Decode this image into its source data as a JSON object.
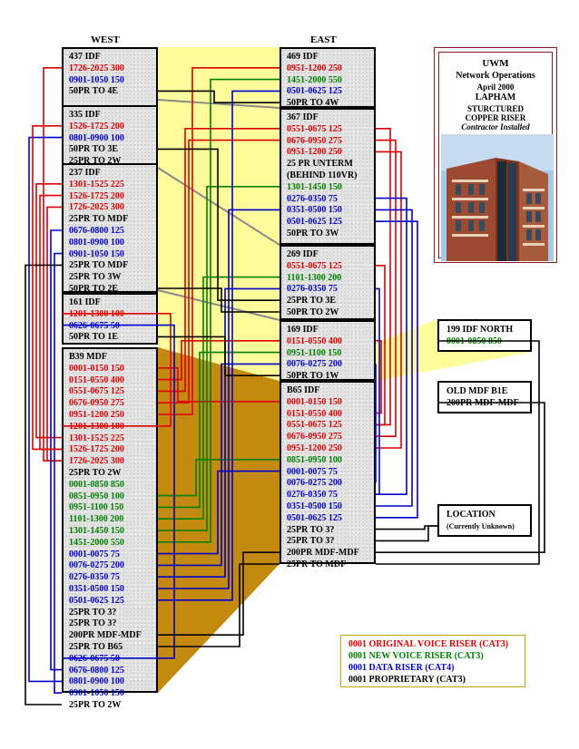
{
  "headers": {
    "west": "WEST",
    "east": "EAST"
  },
  "colors": {
    "original_voice": "#e00000",
    "new_voice": "#008000",
    "data": "#0000cc",
    "proprietary": "#000000",
    "yellow": "#fdfb9a",
    "brown": "#c48a10"
  },
  "info": {
    "title": "UWM",
    "subtitle": "Network Operations",
    "date": "April 2000",
    "building": "LAPHAM",
    "line1": "STURCTURED",
    "line2": "COPPER RISER",
    "line3": "Contractor Installed"
  },
  "west": {
    "boxes": [
      {
        "title": "437 IDF",
        "items": [
          {
            "text": "1726-2025 300",
            "type": "r"
          },
          {
            "text": "0901-1050 150",
            "type": "b"
          },
          {
            "text": "50PR TO 4E",
            "type": "k"
          }
        ]
      },
      {
        "title": "335 IDF",
        "items": [
          {
            "text": "1526-1725 200",
            "type": "r"
          },
          {
            "text": "0801-0900 100",
            "type": "b"
          },
          {
            "text": "50PR TO 3E",
            "type": "k"
          },
          {
            "text": "25PR TO 2W",
            "type": "k"
          }
        ]
      },
      {
        "title": "237  IDF",
        "items": [
          {
            "text": "1301-1525 225",
            "type": "r"
          },
          {
            "text": "1526-1725 200",
            "type": "r"
          },
          {
            "text": "1726-2025 300",
            "type": "r"
          },
          {
            "text": "25PR TO MDF",
            "type": "k"
          },
          {
            "text": "0676-0800 125",
            "type": "b"
          },
          {
            "text": "0801-0900 100",
            "type": "b"
          },
          {
            "text": "0901-1050 150",
            "type": "b"
          },
          {
            "text": "25PR TO MDF",
            "type": "k"
          },
          {
            "text": "25PR TO 3W",
            "type": "k"
          },
          {
            "text": "50PR TO 2E",
            "type": "k"
          }
        ]
      },
      {
        "title": "161 IDF",
        "items": [
          {
            "text": "1201-1300 100",
            "type": "r"
          },
          {
            "text": "0626-0675 50",
            "type": "b"
          },
          {
            "text": "50PR TO 1E",
            "type": "k"
          }
        ]
      },
      {
        "title": "B39 MDF",
        "items": [
          {
            "text": "0001-0150 150",
            "type": "r"
          },
          {
            "text": "0151-0550 400",
            "type": "r"
          },
          {
            "text": "0551-0675 125",
            "type": "r"
          },
          {
            "text": "0676-0950 275",
            "type": "r"
          },
          {
            "text": "0951-1200 250",
            "type": "r"
          },
          {
            "text": "1201-1300 100",
            "type": "r"
          },
          {
            "text": "1301-1525 225",
            "type": "r"
          },
          {
            "text": "1526-1725 200",
            "type": "r"
          },
          {
            "text": "1726-2025 300",
            "type": "r"
          },
          {
            "text": "25PR TO 2W",
            "type": "k"
          },
          {
            "text": "0001-0850 850",
            "type": "g"
          },
          {
            "text": "0851-0950 100",
            "type": "g"
          },
          {
            "text": "0951-1100 150",
            "type": "g"
          },
          {
            "text": "1101-1300 200",
            "type": "g"
          },
          {
            "text": "1301-1450 150",
            "type": "g"
          },
          {
            "text": "1451-2000 550",
            "type": "g"
          },
          {
            "text": "0001-0075 75",
            "type": "b"
          },
          {
            "text": "0076-0275 200",
            "type": "b"
          },
          {
            "text": "0276-0350 75",
            "type": "b"
          },
          {
            "text": "0351-0500 150",
            "type": "b"
          },
          {
            "text": "0501-0625 125",
            "type": "b"
          },
          {
            "text": "25PR TO 3?",
            "type": "k"
          },
          {
            "text": "25PR TO 3?",
            "type": "k"
          },
          {
            "text": "200PR MDF-MDF",
            "type": "k"
          },
          {
            "text": "25PR TO B65",
            "type": "k"
          },
          {
            "text": "0626-0675 50",
            "type": "b"
          },
          {
            "text": "0676-0800 125",
            "type": "b"
          },
          {
            "text": "0801-0900 100",
            "type": "b"
          },
          {
            "text": "0901-1050 150",
            "type": "b"
          },
          {
            "text": "25PR TO 2W",
            "type": "k"
          }
        ]
      }
    ]
  },
  "east": {
    "boxes": [
      {
        "title": "469 IDF",
        "items": [
          {
            "text": "0951-1200 250",
            "type": "r"
          },
          {
            "text": "1451-2000 550",
            "type": "g"
          },
          {
            "text": "0501-0625 125",
            "type": "b"
          },
          {
            "text": "50PR TO 4W",
            "type": "k"
          }
        ]
      },
      {
        "title": "367 IDF",
        "items": [
          {
            "text": "0551-0675 125",
            "type": "r"
          },
          {
            "text": "0676-0950 275",
            "type": "r"
          },
          {
            "text": "0951-1200 250",
            "type": "r"
          },
          {
            "text": "25 PR UNTERM",
            "type": "k"
          },
          {
            "text": "(BEHIND 110VR)",
            "type": "k"
          },
          {
            "text": "1301-1450 150",
            "type": "g"
          },
          {
            "text": "0276-0350 75",
            "type": "b"
          },
          {
            "text": "0351-0500 150",
            "type": "b"
          },
          {
            "text": "0501-0625 125",
            "type": "b"
          },
          {
            "text": "50PR TO 3W",
            "type": "k"
          }
        ]
      },
      {
        "title": "269 IDF",
        "items": [
          {
            "text": "0551-0675 125",
            "type": "r"
          },
          {
            "text": "1101-1300 200",
            "type": "g"
          },
          {
            "text": "0276-0350 75",
            "type": "b"
          },
          {
            "text": "25PR TO 3E",
            "type": "k"
          },
          {
            "text": "50PR TO 2W",
            "type": "k"
          }
        ]
      },
      {
        "title": "169 IDF",
        "items": [
          {
            "text": "0151-0550 400",
            "type": "r"
          },
          {
            "text": "0951-1100 150",
            "type": "g"
          },
          {
            "text": "0076-0275 200",
            "type": "b"
          },
          {
            "text": "50PR TO 1W",
            "type": "k"
          }
        ]
      },
      {
        "title": "B65 IDF",
        "items": [
          {
            "text": "0001-0150 150",
            "type": "r"
          },
          {
            "text": "0151-0550 400",
            "type": "r"
          },
          {
            "text": "0551-0675 125",
            "type": "r"
          },
          {
            "text": "0676-0950 275",
            "type": "r"
          },
          {
            "text": "0951-1200 250",
            "type": "r"
          },
          {
            "text": "0851-0950 100",
            "type": "g"
          },
          {
            "text": "0001-0075 75",
            "type": "b"
          },
          {
            "text": "0076-0275 200",
            "type": "b"
          },
          {
            "text": "0276-0350 75",
            "type": "b"
          },
          {
            "text": "0351-0500 150",
            "type": "b"
          },
          {
            "text": "0501-0625 125",
            "type": "b"
          },
          {
            "text": "25PR TO 3?",
            "type": "k"
          },
          {
            "text": "25PR TO 3?",
            "type": "k"
          },
          {
            "text": "200PR MDF-MDF",
            "type": "k"
          },
          {
            "text": "25PR TO MDF",
            "type": "k"
          }
        ]
      }
    ]
  },
  "side": [
    {
      "title": "199 IDF NORTH",
      "items": [
        {
          "text": "0001-0850 850",
          "type": "g"
        }
      ]
    },
    {
      "title": "OLD MDF B1E",
      "items": [
        {
          "text": "200PR MDF-MDF",
          "type": "k"
        }
      ]
    },
    {
      "title": "LOCATION",
      "items": [
        {
          "text": "(Currently Unknown)",
          "type": "k"
        }
      ]
    }
  ],
  "legend": [
    {
      "text": "0001 ORIGINAL VOICE RISER (CAT3)",
      "type": "r"
    },
    {
      "text": "0001 NEW VOICE RISER (CAT3)",
      "type": "g"
    },
    {
      "text": "0001 DATA RISER (CAT4)",
      "type": "b"
    },
    {
      "text": "0001 PROPRIETARY (CAT3)",
      "type": "k"
    }
  ]
}
